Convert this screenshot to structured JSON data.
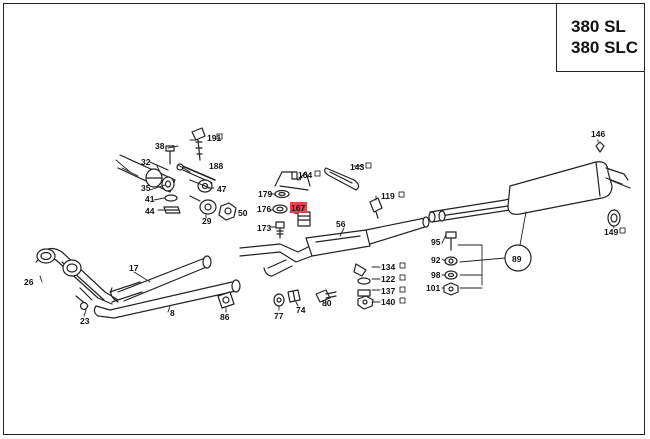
{
  "models": [
    "380 SL",
    "380 SLC"
  ],
  "parts": {
    "p191": "191",
    "p38": "38",
    "p188": "188",
    "p32": "32",
    "p35": "35",
    "p47": "47",
    "p41": "41",
    "p44": "44",
    "p29": "29",
    "p50": "50",
    "p164": "164",
    "p179": "179",
    "p176": "176",
    "p167": "167",
    "p173": "173",
    "p143": "143",
    "p119": "119",
    "p56": "56",
    "p134": "134",
    "p122": "122",
    "p137": "137",
    "p140": "140",
    "p146": "146",
    "p149": "149",
    "p95": "95",
    "p92": "92",
    "p98": "98",
    "p101": "101",
    "p89": "89",
    "p17": "17",
    "p26": "26",
    "p23": "23",
    "p8": "8",
    "p86": "86",
    "p77": "77",
    "p74": "74",
    "p80": "80"
  },
  "highlight_color": "#e0454f",
  "line_color": "#222222"
}
